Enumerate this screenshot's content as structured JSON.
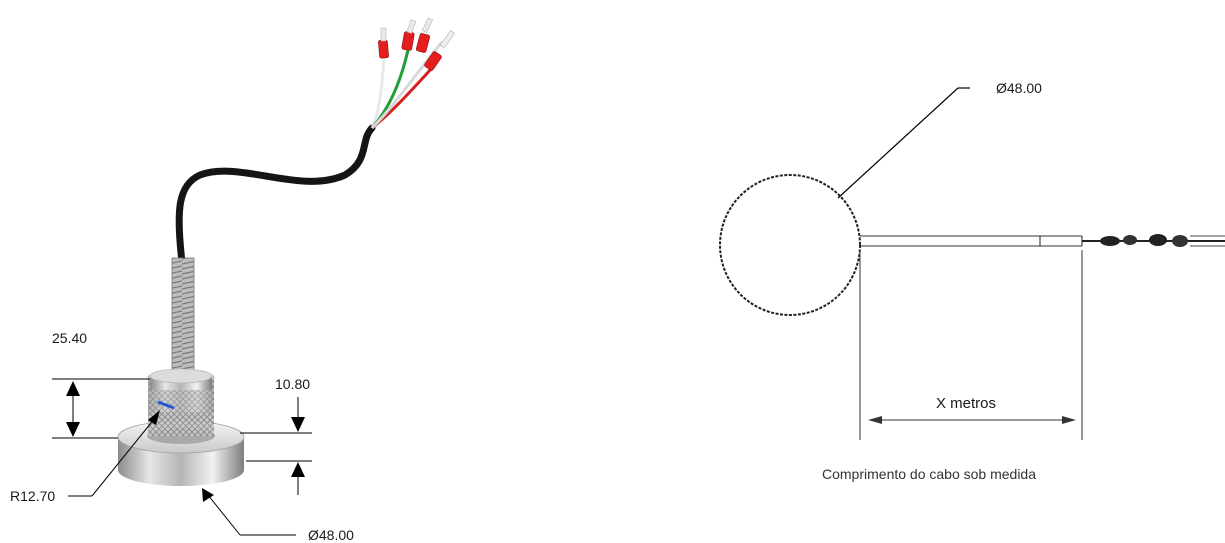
{
  "sensor_view": {
    "dimensions": {
      "height_total": "25.40",
      "base_height": "10.80",
      "radius": "R12.70",
      "base_diameter": "Ø48.00"
    },
    "wire_colors": [
      "#e8e8e8",
      "#1f9e3a",
      "#d62020",
      "#ffffff"
    ],
    "terminal_color": "#e51d1d"
  },
  "top_view": {
    "diameter_label": "Ø48.00",
    "length_label": "X metros",
    "caption": "Comprimento do cabo sob medida"
  }
}
